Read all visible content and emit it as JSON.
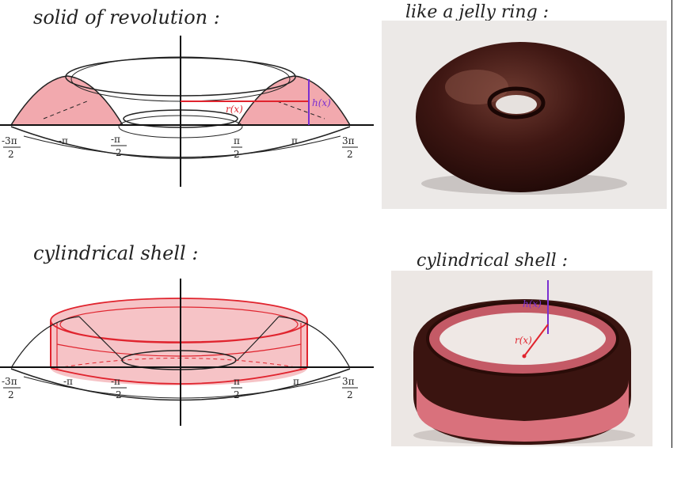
{
  "top_left": {
    "title": "solid of revolution :",
    "tick_labels": {
      "neg_3pi_2_num": "-3π",
      "neg_3pi_2_den": "2",
      "neg_pi": "-π",
      "neg_pi_2_num": "-π",
      "neg_pi_2_den": "2",
      "pi_2_num": "π",
      "pi_2_den": "2",
      "pi": "π",
      "three_pi_2_num": "3π",
      "three_pi_2_den": "2"
    },
    "radius_label": "r(x)",
    "height_label": "h(x)"
  },
  "top_right": {
    "title": "like a jelly ring :"
  },
  "bottom_left": {
    "title": "cylindrical shell :",
    "tick_labels": {
      "neg_3pi_2_num": "-3π",
      "neg_3pi_2_den": "2",
      "neg_pi": "-π",
      "neg_pi_2_num": "-π",
      "neg_pi_2_den": "2",
      "pi_2_num": "π",
      "pi_2_den": "2",
      "pi": "π",
      "three_pi_2_num": "3π",
      "three_pi_2_den": "2"
    }
  },
  "bottom_right": {
    "title": "cylindrical shell :",
    "height_label": "h(x)",
    "radius_label": "r(x)"
  },
  "colors": {
    "fill_pink": "#f2a9ae",
    "red_line": "#e0242e",
    "purple_line": "#7a2fd0",
    "chocolate": "#3a1410",
    "jelly": "#d9717c"
  }
}
